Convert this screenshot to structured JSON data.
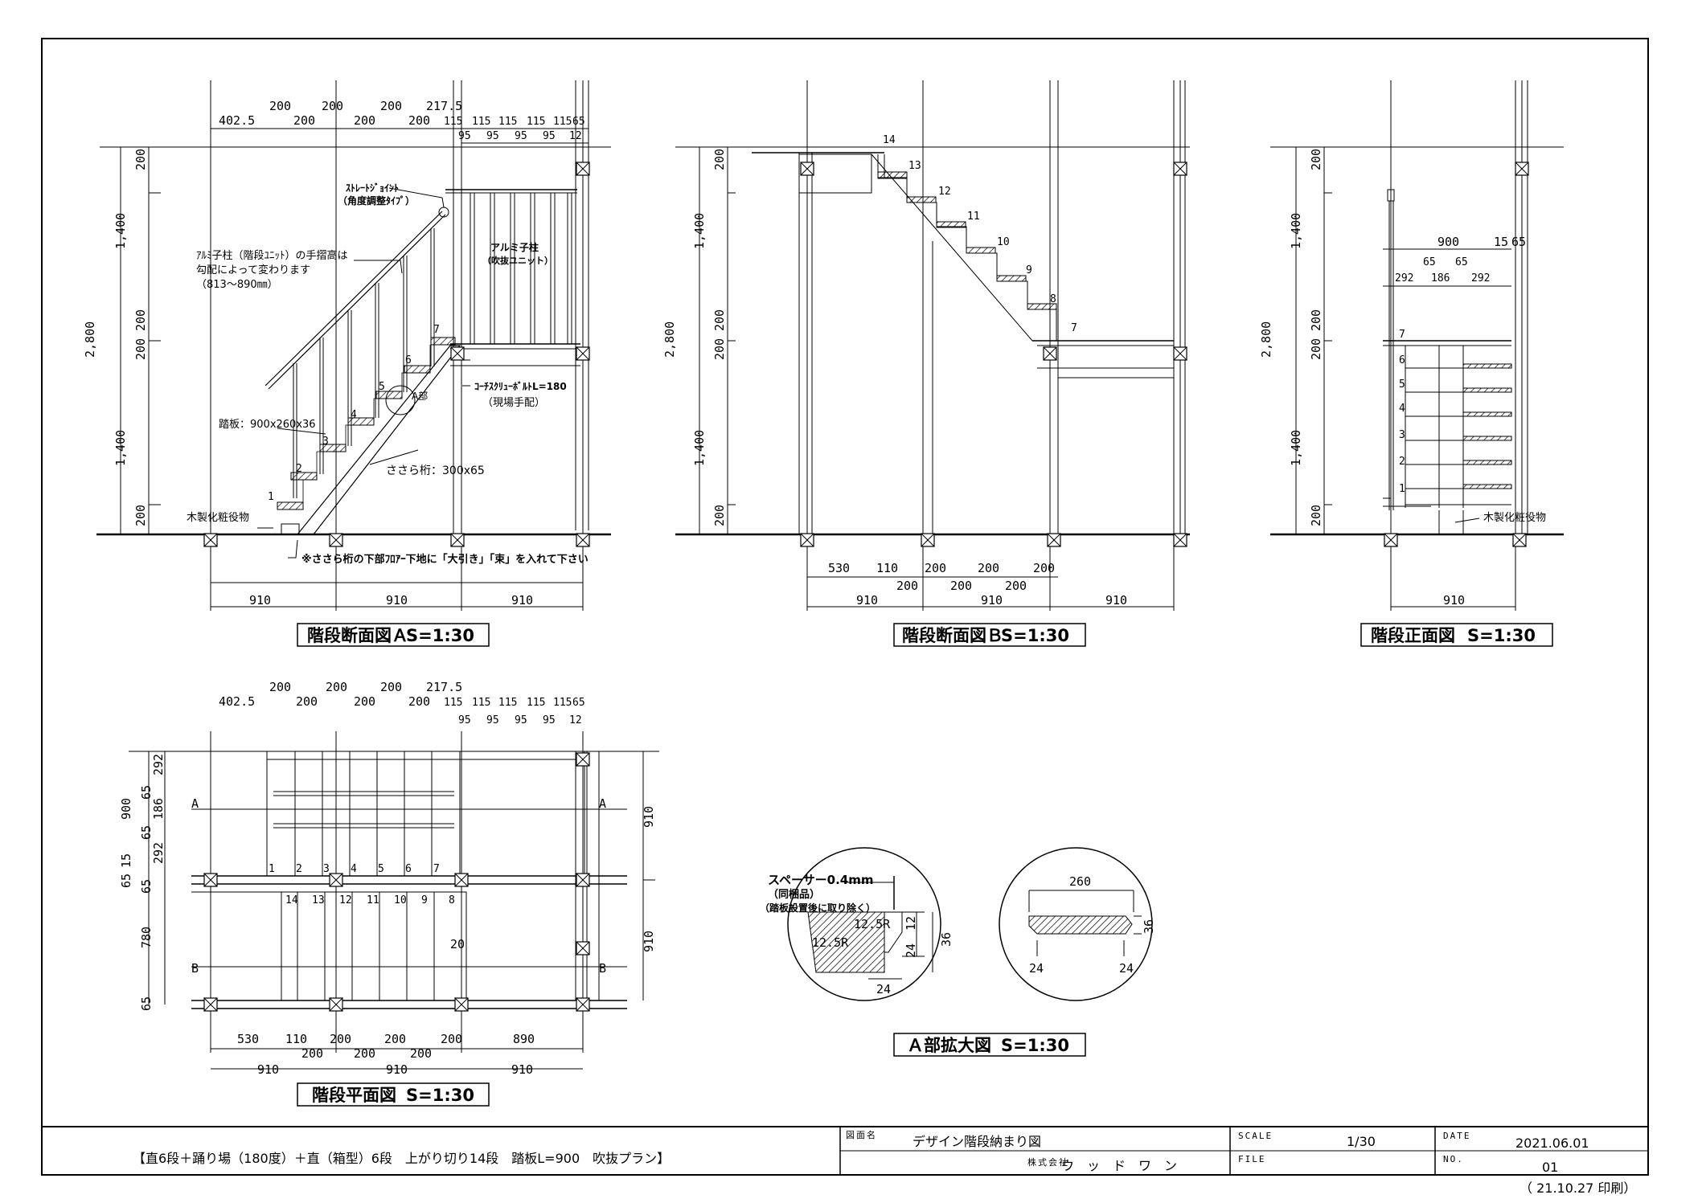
{
  "views": {
    "section_a": {
      "title": "階段断面図Ａ",
      "scale": "S=1:30",
      "top_dims": [
        "402.5",
        "200",
        "200",
        "200",
        "217.5",
        "115",
        "115",
        "115",
        "115",
        "115",
        "65"
      ],
      "top_dims2": [
        "200",
        "200",
        "200",
        "95",
        "95",
        "95",
        "95",
        "12"
      ],
      "left_dims": [
        "200",
        "1,400",
        "200",
        "200",
        "1,400",
        "200"
      ],
      "total_height": "2,800",
      "bottom_dims": [
        "910",
        "910",
        "910"
      ],
      "notes": {
        "joint": "ｽﾄﾚｰﾄｼﾞｮｲﾝﾄ",
        "joint_type": "（角度調整ﾀｲﾌﾟ）",
        "aluminum_post_1": "ｱﾙﾐ子柱（階段ﾕﾆｯﾄ）の手摺高は",
        "aluminum_post_2": "勾配によって変わります",
        "aluminum_post_3": "（813～890㎜）",
        "aluminum_post_b1": "アルミ子柱",
        "aluminum_post_b2": "（吹抜ユニット）",
        "tread": "踏板：900x260x36",
        "stringer": "ささら桁：300x65",
        "part_a": "A部",
        "coach_bolt": "ｺｰﾁｽｸﾘｭｰﾎﾞﾙﾄL=180",
        "coach_bolt_2": "（現場手配）",
        "wood_molding": "木製化粧役物",
        "stringer_note": "※ささら桁の下部ﾌﾛｱｰ下地に「大引き」「束」を入れて下さい"
      },
      "step_numbers": [
        "1",
        "2",
        "3",
        "4",
        "5",
        "6",
        "7"
      ]
    },
    "section_b": {
      "title": "階段断面図Ｂ",
      "scale": "S=1:30",
      "left_dims": [
        "200",
        "1,400",
        "200",
        "200",
        "1,400",
        "200"
      ],
      "total_height": "2,800",
      "bottom_dims_1": [
        "530",
        "110",
        "200",
        "200",
        "200"
      ],
      "bottom_dims_2": [
        "200",
        "200",
        "200"
      ],
      "bottom_dims_3": [
        "910",
        "910",
        "910"
      ],
      "step_numbers": [
        "14",
        "13",
        "12",
        "11",
        "10",
        "9",
        "8",
        "7"
      ]
    },
    "front": {
      "title": "階段正面図",
      "scale": "S=1:30",
      "top_dims": [
        "900",
        "15",
        "65"
      ],
      "top_dims2": [
        "65",
        "65"
      ],
      "top_dims3": [
        "292",
        "186",
        "292"
      ],
      "left_dims": [
        "200",
        "1,400",
        "200",
        "200",
        "1,400",
        "200"
      ],
      "total_height": "2,800",
      "bottom_dim": "910",
      "wood_molding": "木製化粧役物",
      "step_numbers": [
        "7",
        "6",
        "5",
        "4",
        "3",
        "2",
        "1"
      ]
    },
    "plan": {
      "title": "階段平面図",
      "scale": "S=1:30",
      "top_dims": [
        "402.5",
        "200",
        "200",
        "200",
        "217.5",
        "115",
        "115",
        "115",
        "115",
        "115",
        "65"
      ],
      "top_dims2": [
        "200",
        "200",
        "200",
        "200",
        "95",
        "95",
        "95",
        "95",
        "12"
      ],
      "left_dims": [
        "292",
        "65",
        "186",
        "65",
        "292",
        "900",
        "65",
        "15",
        "65",
        "780",
        "65"
      ],
      "right_dims": [
        "910",
        "910"
      ],
      "bottom_dims_1": [
        "530",
        "110",
        "200",
        "200",
        "200",
        "890"
      ],
      "bottom_dims_2": [
        "200",
        "200",
        "200"
      ],
      "bottom_dims_3": [
        "910",
        "910",
        "910"
      ],
      "markers": [
        "A",
        "A",
        "B",
        "B"
      ],
      "center": "20",
      "upper_steps": [
        "1",
        "2",
        "3",
        "4",
        "5",
        "6",
        "7"
      ],
      "lower_steps": [
        "14",
        "13",
        "12",
        "11",
        "10",
        "9",
        "8"
      ]
    },
    "detail": {
      "title": "Ａ部拡大図",
      "scale": "S=1:30",
      "spacer_1": "スペーサー0.4mm",
      "spacer_2": "（同梱品）",
      "spacer_3": "（踏板設置後に取り除く）",
      "r1": "12.5R",
      "r2": "12.5R",
      "d_24": "24",
      "d_12": "12",
      "d_36": "36",
      "d_24b": "24",
      "width": "260",
      "thick": "36",
      "left": "24",
      "right": "24"
    }
  },
  "titleblock": {
    "description": "【直6段＋踊り場（180度）＋直（箱型）6段　上がり切り14段　踏板L=900　吹抜プラン】",
    "drawing_name_label": "図面名",
    "drawing_name": "デザイン階段納まり図",
    "company_prefix": "株式会社",
    "company": "ウ　ッ　ド　ワ　ン",
    "scale_label": "SCALE",
    "scale": "1/30",
    "file_label": "FILE",
    "date_label": "DATE",
    "date": "2021.06.01",
    "no_label": "NO.",
    "no": "01",
    "print_note": "（ 21.10.27 印刷）"
  }
}
